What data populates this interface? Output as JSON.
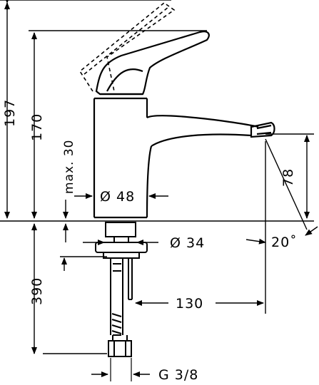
{
  "drawing": {
    "subject": "faucet-technical-drawing",
    "colors": {
      "line": "#000000",
      "background": "#ffffff"
    },
    "dimensions": {
      "total_height": "197",
      "spout_height": "170",
      "max_deck": "max. 30",
      "body_diameter": "Ø 48",
      "shank_diameter": "Ø 34",
      "spout_flow_height": "78",
      "swivel_angle": "20˚",
      "shank_length": "390",
      "spout_reach": "130",
      "connection": "G 3/8"
    }
  }
}
